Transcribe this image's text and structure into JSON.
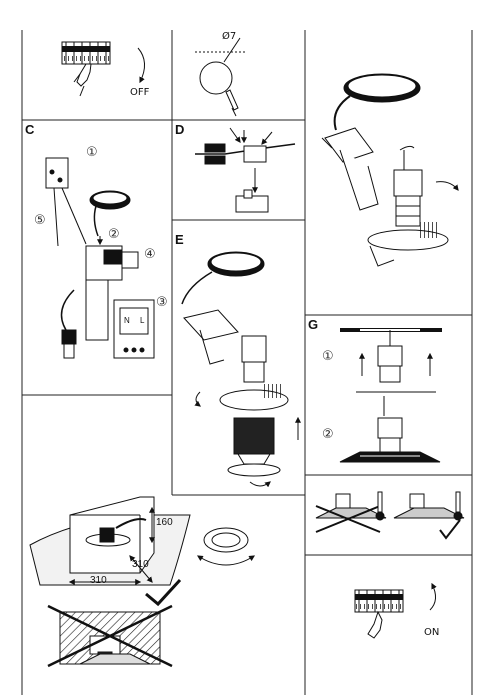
{
  "panels": {
    "c_label": "C",
    "d_label": "D",
    "e_label": "E",
    "g_label": "G"
  },
  "texts": {
    "off": "OFF",
    "on": "ON",
    "dia": "Ø7",
    "dim_310_h": "310",
    "dim_160": "160",
    "dim_310_v": "310"
  },
  "callouts": {
    "c1": "①",
    "c2": "②",
    "c3": "③",
    "c4": "④",
    "c5": "⑤",
    "g1": "①",
    "g2": "②"
  },
  "switch_labels": {
    "n": "N",
    "l": "L"
  },
  "icons": [
    "switch-icon",
    "hand-icon",
    "arrow-icon",
    "lamp-icon",
    "thermometer-icon",
    "check-icon",
    "cross-icon"
  ]
}
